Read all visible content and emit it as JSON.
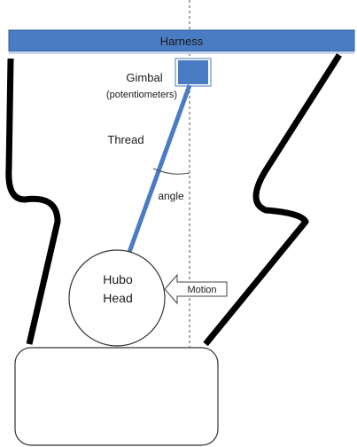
{
  "diagram": {
    "harness_label": "Harness",
    "gimbal_label": "Gimbal",
    "potentiometers_label": "(potentiometers)",
    "thread_label": "Thread",
    "angle_label": "angle",
    "head_line1": "Hubo",
    "head_line2": "Head",
    "motion_label": "Motion"
  },
  "colors": {
    "harness_fill": "#4a7cc4",
    "harness_stroke": "#2f5a96",
    "thread": "#4a7cc4",
    "gimbal_fill": "#4a7cc4",
    "frame_lines": "#000000",
    "outline": "#333333"
  }
}
